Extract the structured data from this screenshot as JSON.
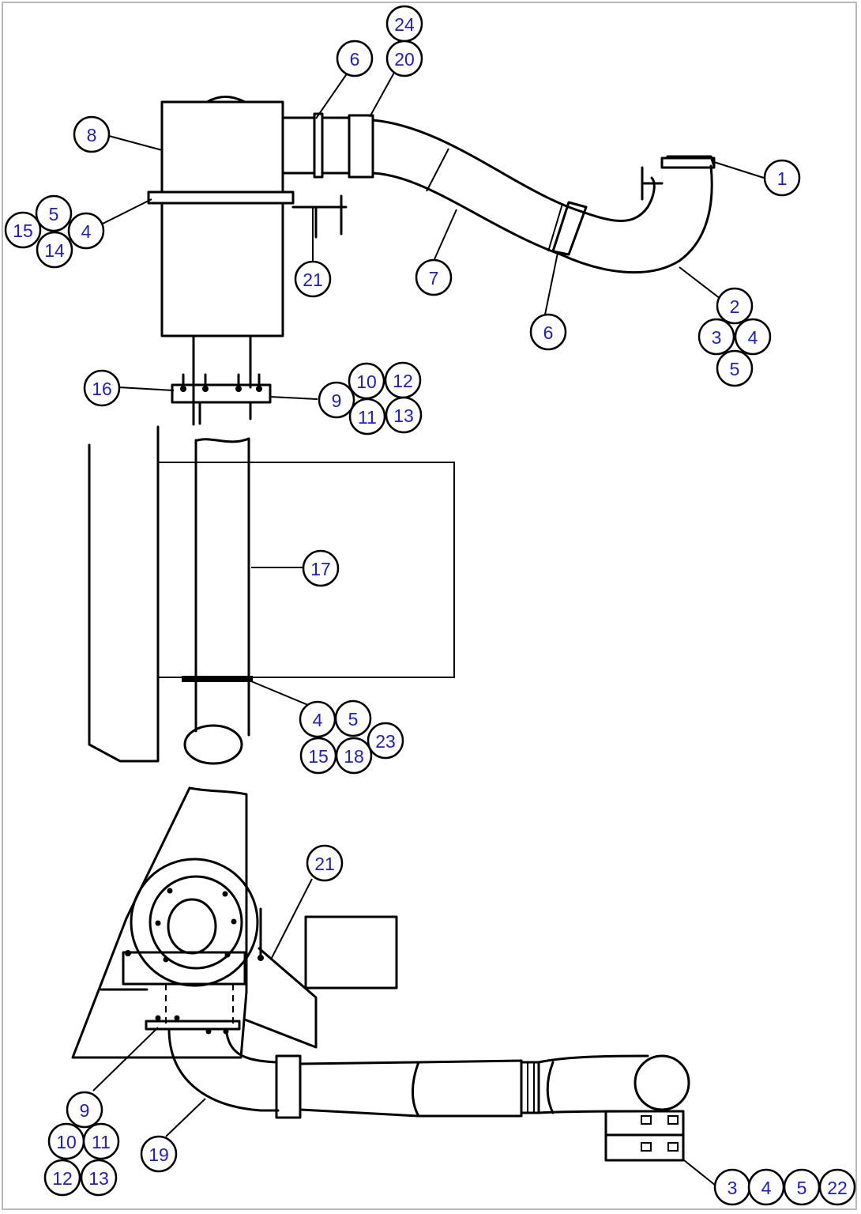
{
  "callouts": {
    "c1": "1",
    "c2": "2",
    "c3a": "3",
    "c4a": "4",
    "c5a": "5",
    "c6a": "6",
    "c6b": "6",
    "c7": "7",
    "c8": "8",
    "c20": "20",
    "c24": "24",
    "c5b": "5",
    "c4b": "4",
    "c15a": "15",
    "c14": "14",
    "c21a": "21",
    "c16": "16",
    "c9a": "9",
    "c10a": "10",
    "c12a": "12",
    "c11a": "11",
    "c13a": "13",
    "c17": "17",
    "c4c": "4",
    "c5c": "5",
    "c23": "23",
    "c15b": "15",
    "c18": "18",
    "c21b": "21",
    "c9b": "9",
    "c10b": "10",
    "c11b": "11",
    "c12b": "12",
    "c13b": "13",
    "c19": "19",
    "c3b": "3",
    "c4d": "4",
    "c5d": "5",
    "c22": "22"
  },
  "colors": {
    "callout_text": "#1b1bd8",
    "line": "#000000",
    "frame": "#b9b9b9"
  }
}
